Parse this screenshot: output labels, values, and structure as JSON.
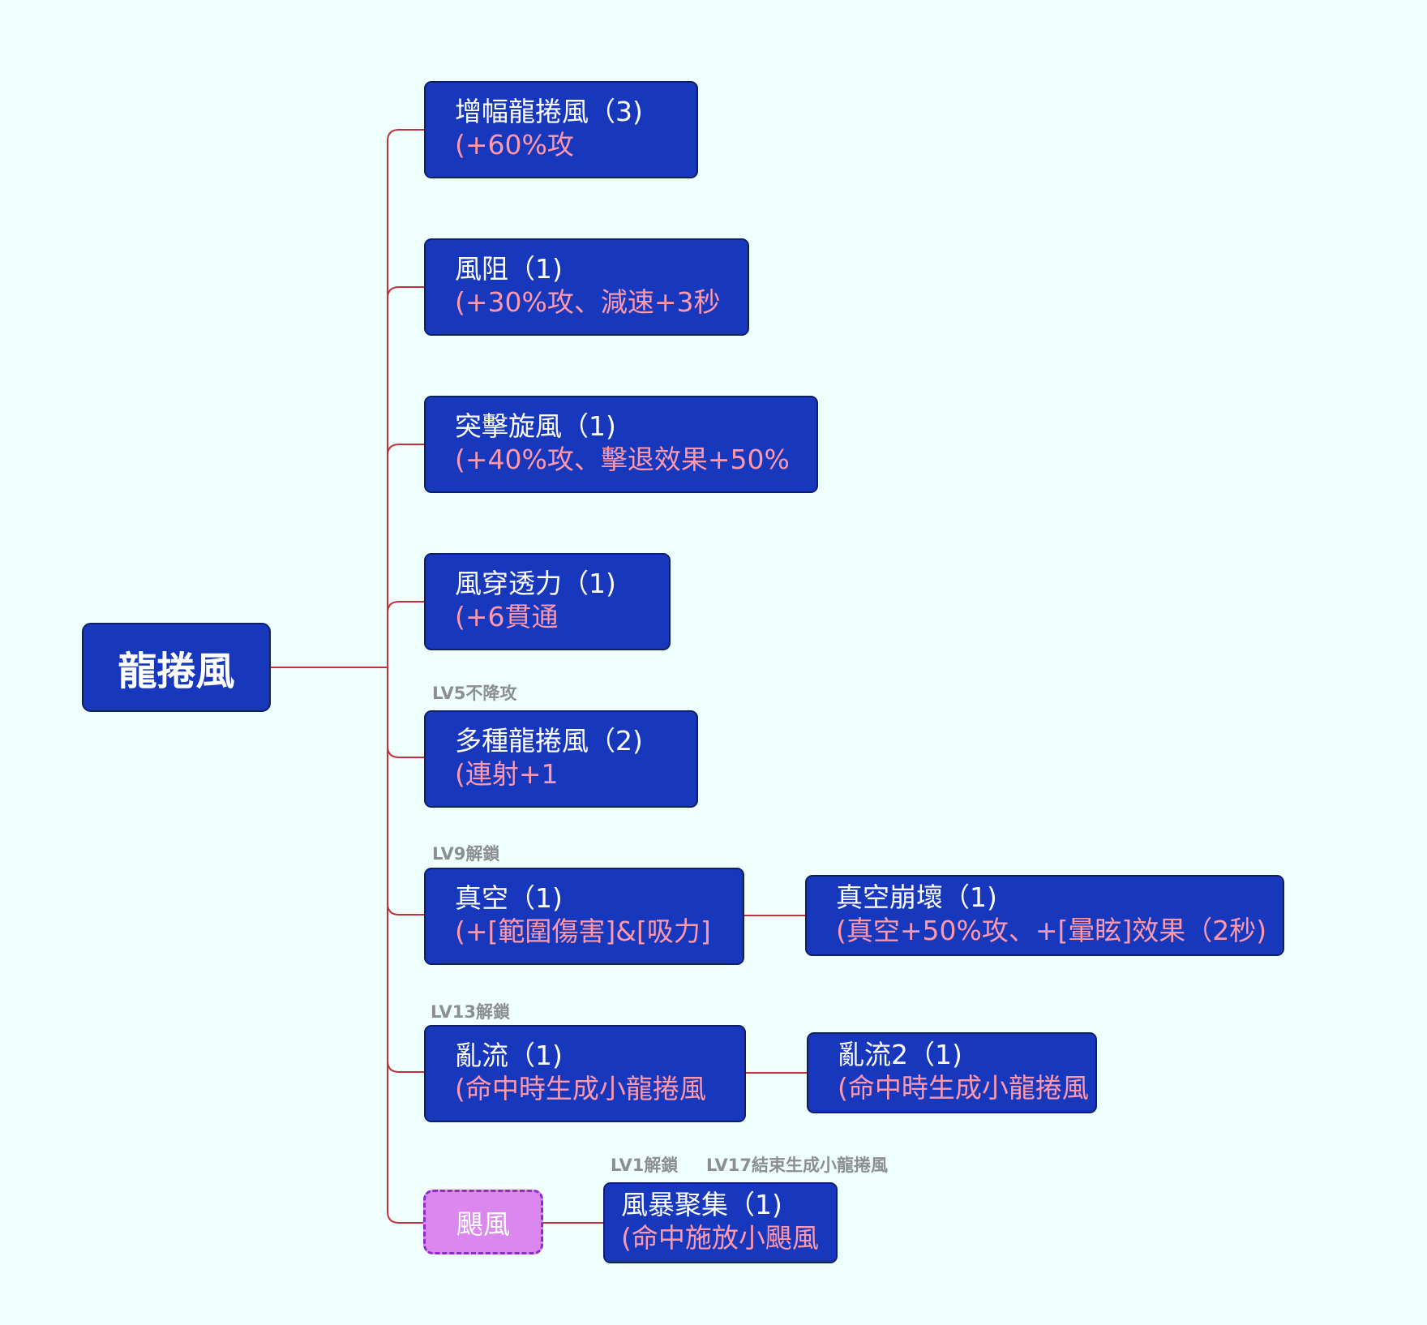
{
  "root": {
    "label": "龍捲風"
  },
  "upgrades": [
    {
      "title": "增幅龍捲風（3)",
      "desc": "(+60%攻"
    },
    {
      "title": "風阻（1)",
      "desc": "(+30%攻、減速+3秒"
    },
    {
      "title": "突擊旋風（1)",
      "desc": "(+40%攻、擊退效果+50%"
    },
    {
      "title": "風穿透力（1)",
      "desc": "(+6貫通"
    },
    {
      "title": "多種龍捲風（2)",
      "desc": "(連射+1"
    },
    {
      "title": "真空（1)",
      "desc": "(+[範圍傷害]&[吸力]"
    },
    {
      "title": "亂流（1)",
      "desc": "(命中時生成小龍捲風"
    }
  ],
  "sub_upgrades": [
    {
      "title": "真空崩壞（1)",
      "desc": "(真空+50%攻、+[暈眩]效果（2秒)"
    },
    {
      "title": "亂流2（1)",
      "desc": "(命中時生成小龍捲風"
    },
    {
      "title": "風暴聚集（1)",
      "desc": "(命中施放小颶風"
    }
  ],
  "wind_node": {
    "label": "颶風"
  },
  "tags": {
    "lv5": "LV5不降攻",
    "lv9": "LV9解鎖",
    "lv13": "LV13解鎖",
    "lv1": "LV1解鎖",
    "lv17": "LV17結束生成小龍捲風"
  },
  "colors": {
    "background": "#effffc",
    "node_fill": "#1738bd",
    "node_border": "#0e1f66",
    "title_text": "#ffffff",
    "desc_text": "#ff98ab",
    "connector": "#c0323e",
    "wind_fill": "#da88ed",
    "wind_border": "#8e2bcf",
    "tag_text": "#8b8f92"
  }
}
